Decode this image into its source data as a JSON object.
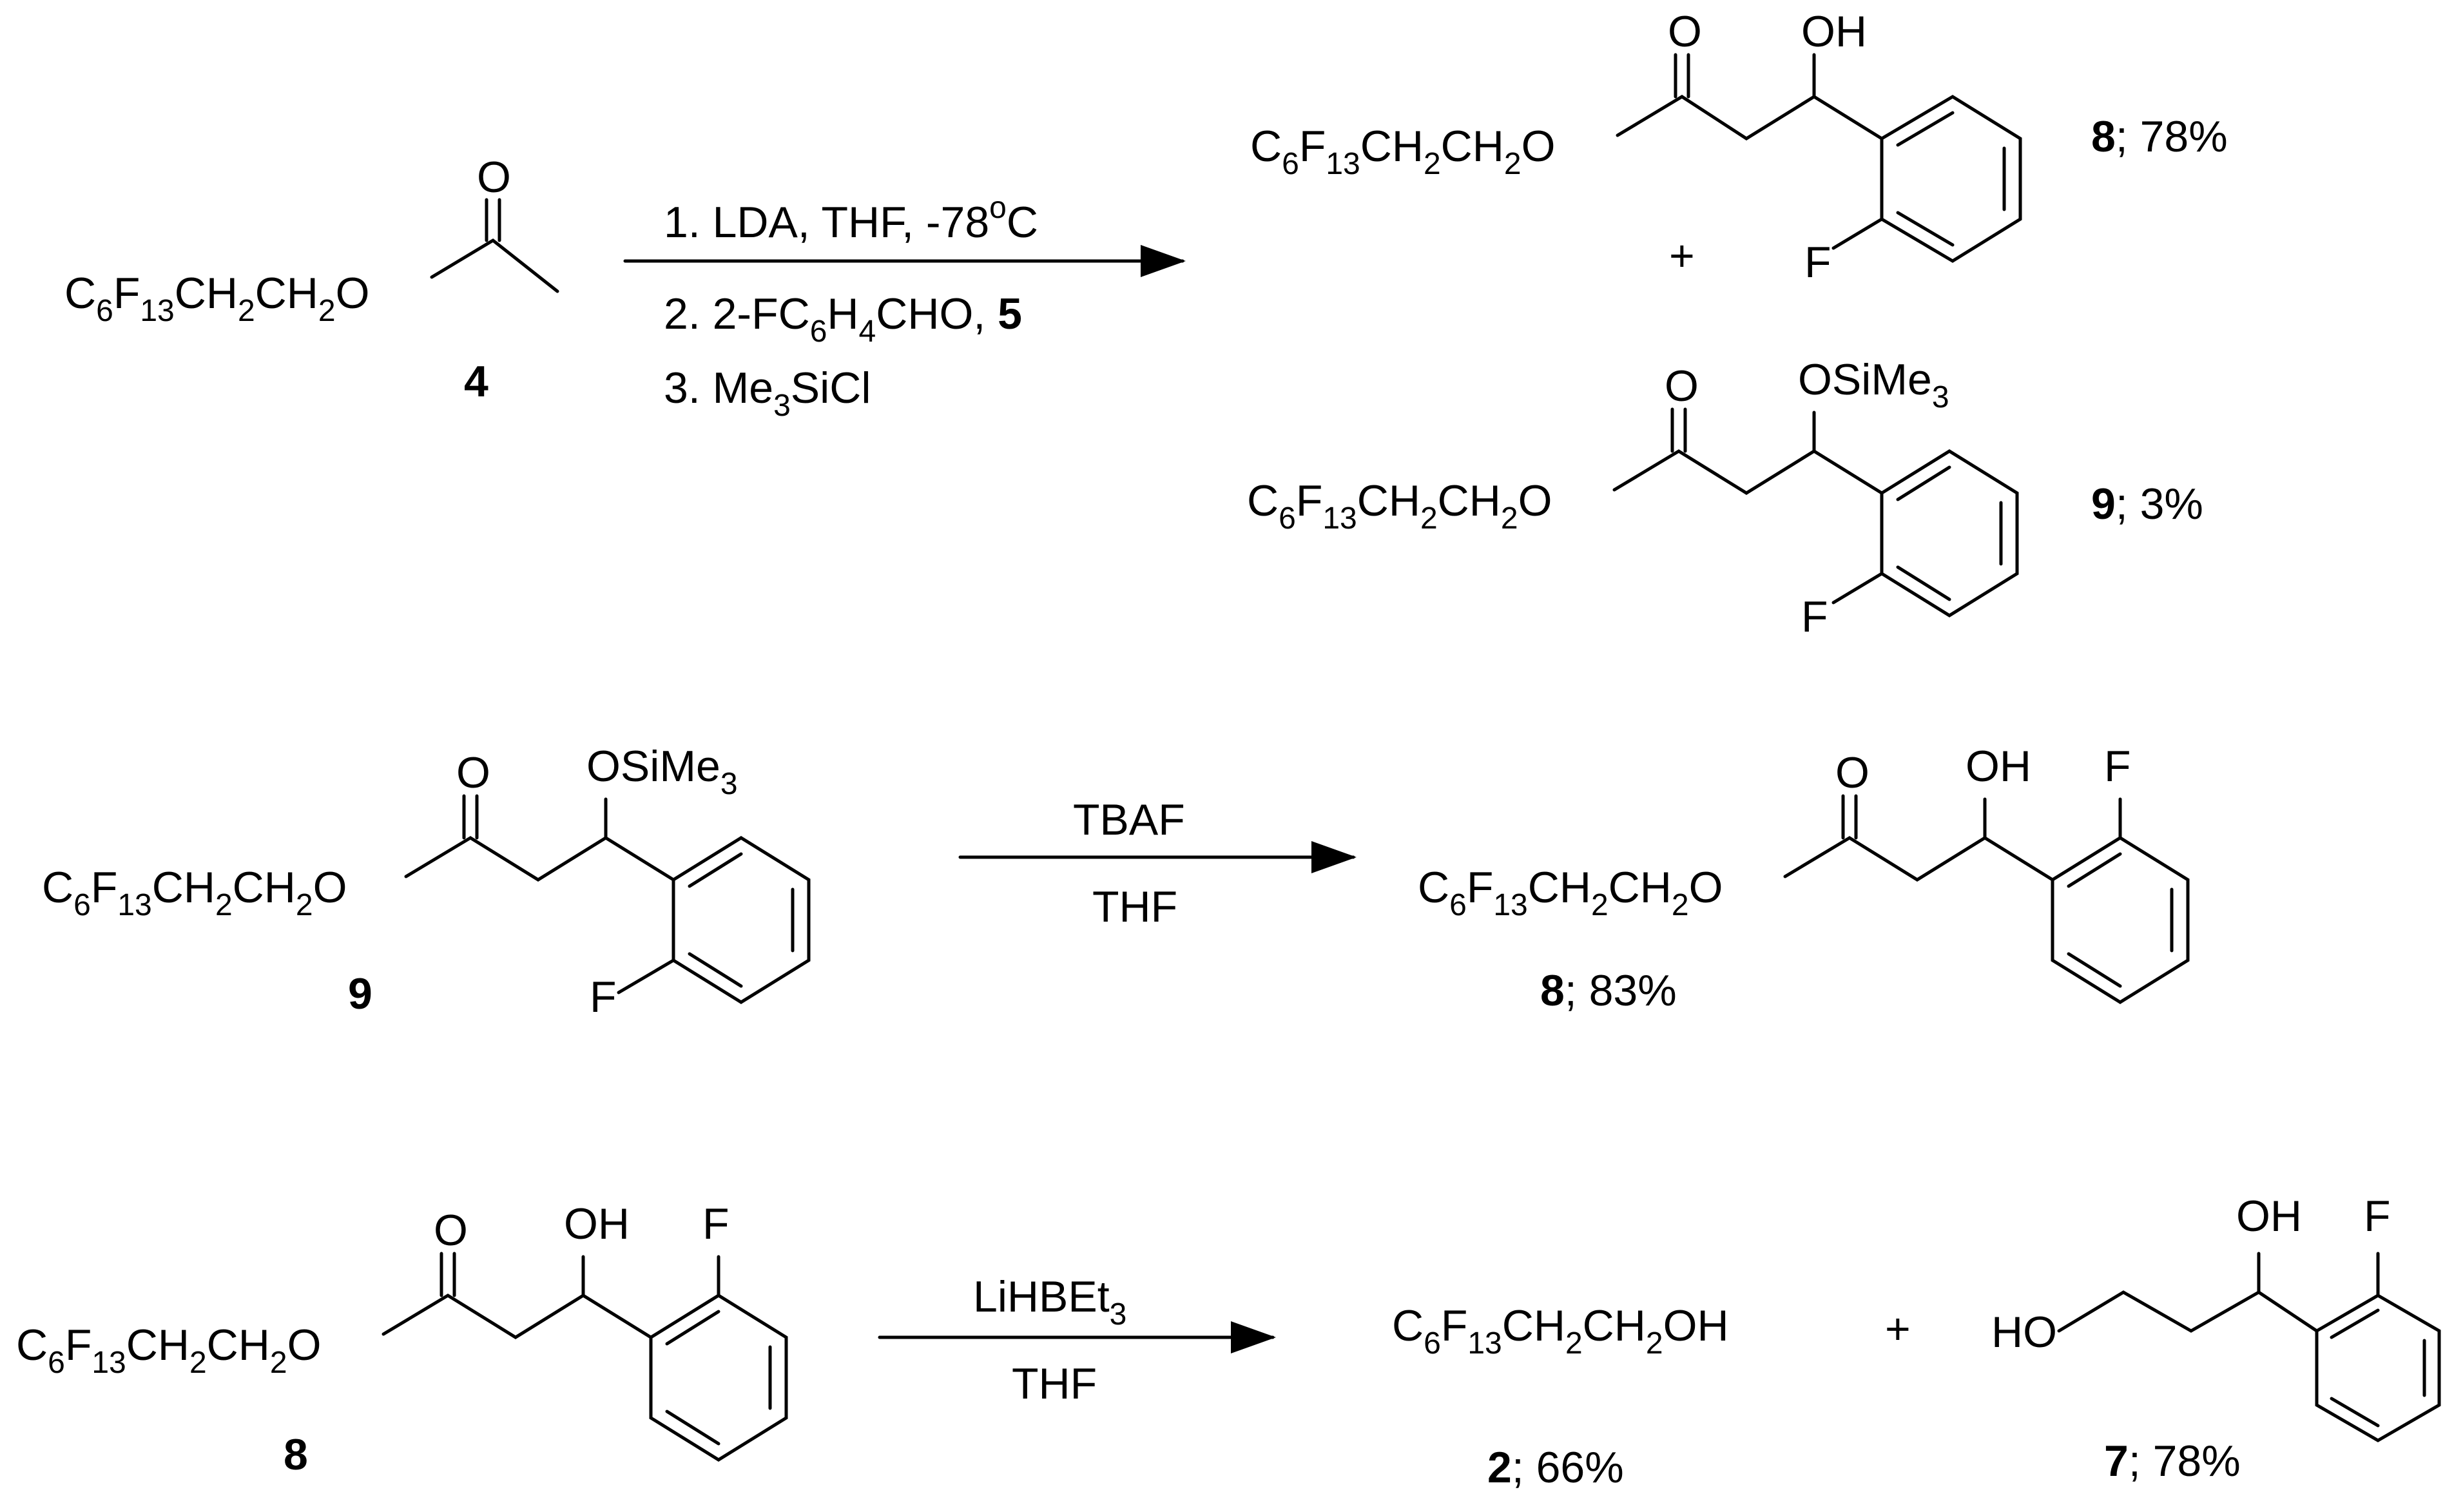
{
  "colors": {
    "ink": "#000000",
    "background": "#ffffff"
  },
  "formula": {
    "c6f13_base": "C",
    "sub_6": "6",
    "f_letter": "F",
    "sub_13": "13",
    "ch2_a": "CH",
    "sub_2": "2",
    "ch2_b": "CH",
    "o_letter": "O",
    "o_double": "O",
    "oh": "OH",
    "f_sub": "F",
    "osime": "OSiMe",
    "sub_3": "3",
    "ho": "HO",
    "alcohol_tail": "OH"
  },
  "reaction1": {
    "reactant_label": "4",
    "conditions": {
      "step1_prefix": "1. LDA, THF, -78",
      "step1_sup": "o",
      "step1_suffix": "C",
      "step2_prefix": "2. 2-FC",
      "step2_sub6": "6",
      "step2_mid": "H",
      "step2_sub4": "4",
      "step2_suffix": "CHO, ",
      "step2_bold": "5",
      "step3_prefix": "3. Me",
      "step3_sub": "3",
      "step3_suffix": "SiCl"
    },
    "plus": "+",
    "product_a": {
      "label": "8",
      "yield": "; 78%"
    },
    "product_b": {
      "label": "9",
      "yield": "; 3%"
    }
  },
  "reaction2": {
    "reactant_label": "9",
    "reagent_top": "TBAF",
    "reagent_bottom": "THF",
    "product": {
      "label": "8",
      "yield": "; 83%"
    }
  },
  "reaction3": {
    "reactant_label": "8",
    "reagent_top_prefix": "LiHBEt",
    "reagent_top_sub": "3",
    "reagent_bottom": "THF",
    "plus": "+",
    "product_a": {
      "label": "2",
      "yield": "; 66%"
    },
    "product_b": {
      "label": "7",
      "yield": "; 78%"
    }
  }
}
